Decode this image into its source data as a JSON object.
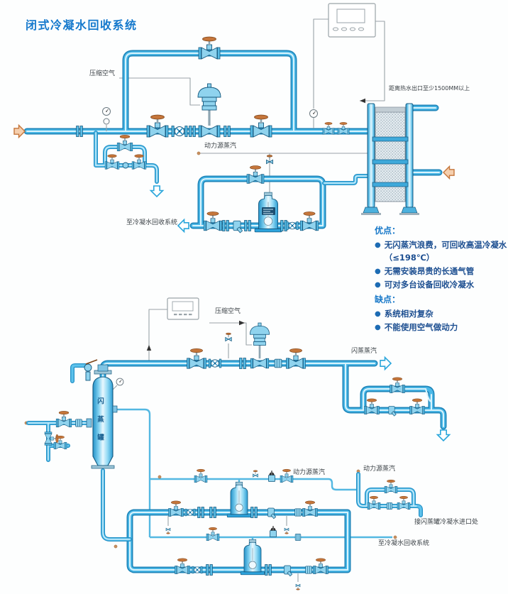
{
  "title": "闭式冷凝水回收系统",
  "colors": {
    "accent_blue": "#1478cc",
    "pipe_blue": "#4cb9e8",
    "pipe_dark": "#1f86ba",
    "valve_orange": "#c5763b",
    "text_navy": "#1d4f91"
  },
  "top_diagram": {
    "labels": {
      "compressed_air": "压缩空气",
      "distance_note": "距离热水出口至少1500MM以上",
      "power_steam": "动力源蒸汽",
      "to_recovery": "至冷凝水回收系统"
    }
  },
  "pros": {
    "title": "优点：",
    "bullet": "●",
    "items": [
      "无闪蒸汽浪费，可回收高温冷凝水（≤198℃）",
      "无需安装昂贵的长通气管",
      "可对多台设备回收冷凝水"
    ]
  },
  "cons": {
    "title": "缺点：",
    "bullet": "●",
    "items": [
      "系统相对复杂",
      "不能使用空气做动力"
    ]
  },
  "bottom_diagram": {
    "labels": {
      "compressed_air": "压缩空气",
      "flash_steam": "闪蒸蒸汽",
      "flash_tank": "闪蒸罐",
      "power_steam_1": "动力源蒸汽",
      "power_steam_2": "动力源蒸汽",
      "to_flash_tank_inlet": "接闪蒸罐冷凝水进口处",
      "to_recovery": "至冷凝水回收系统"
    }
  }
}
